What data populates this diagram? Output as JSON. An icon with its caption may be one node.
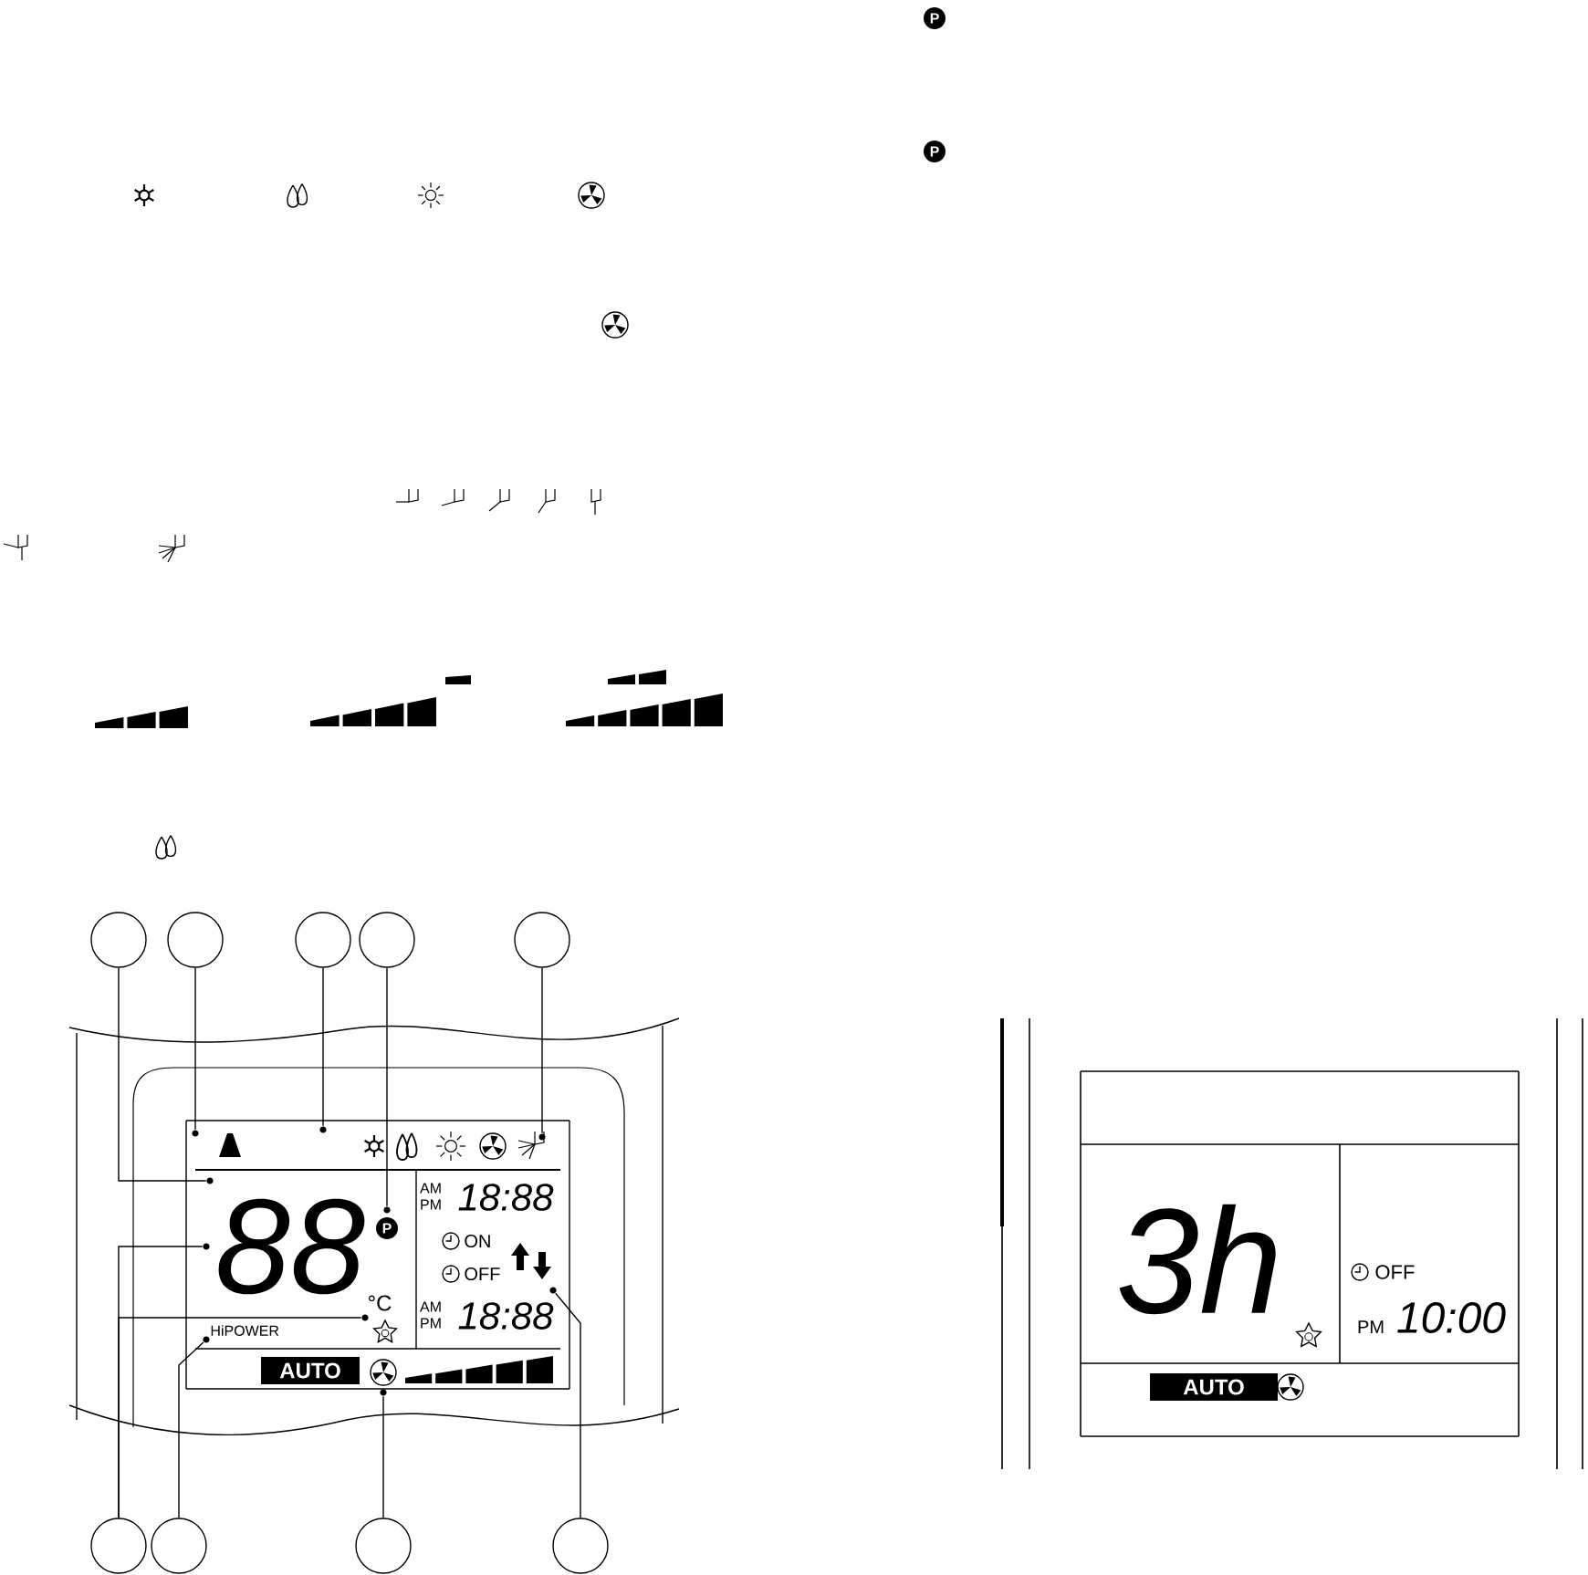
{
  "diagram": {
    "nodes": [
      {
        "text": [],
        "shape": "circle"
      },
      {
        "text": [],
        "shape": "circle"
      },
      {
        "text": [],
        "shape": "circle"
      },
      {
        "text": [],
        "shape": "circle"
      },
      {
        "text": [],
        "shape": "circle"
      },
      {
        "text": [],
        "shape": "circle"
      },
      {
        "text": [],
        "shape": "circle"
      },
      {
        "text": [],
        "shape": "circle"
      },
      {
        "text": [],
        "shape": "circle"
      },
      {
        "text": [],
        "shape": "dot"
      },
      {
        "text": [],
        "shape": "dot"
      },
      {
        "text": [],
        "shape": "dot"
      },
      {
        "text": [],
        "shape": "dot"
      },
      {
        "text": [],
        "shape": "dot"
      },
      {
        "text": [],
        "shape": "dot"
      },
      {
        "text": [],
        "shape": "dot"
      },
      {
        "text": [],
        "shape": "dot"
      },
      {
        "text": [],
        "shape": "dot"
      },
      {
        "text": [],
        "shape": "dot"
      }
    ],
    "edges": [
      {
        "from": 0,
        "to": 9,
        "arrow": "none"
      },
      {
        "from": 1,
        "to": 10,
        "arrow": "none"
      },
      {
        "from": 2,
        "to": 11,
        "arrow": "none"
      },
      {
        "from": 3,
        "to": 12,
        "arrow": "none"
      },
      {
        "from": 4,
        "to": 13,
        "arrow": "none"
      },
      {
        "from": 5,
        "to": 14,
        "arrow": "none"
      },
      {
        "from": 5,
        "to": 15,
        "arrow": "none"
      },
      {
        "from": 6,
        "to": 16,
        "arrow": "none"
      },
      {
        "from": 7,
        "to": 17,
        "arrow": "none"
      },
      {
        "from": 8,
        "to": 18,
        "arrow": "none"
      }
    ],
    "labels": [
      "88",
      "P",
      "AM",
      "PM",
      "18:88",
      "ON",
      "OFF",
      "°C",
      "AM",
      "PM",
      "18:88",
      "HiPOWER",
      "AUTO",
      "P",
      "P",
      "3h",
      "OFF",
      "PM",
      "10:00",
      "AUTO"
    ]
  }
}
